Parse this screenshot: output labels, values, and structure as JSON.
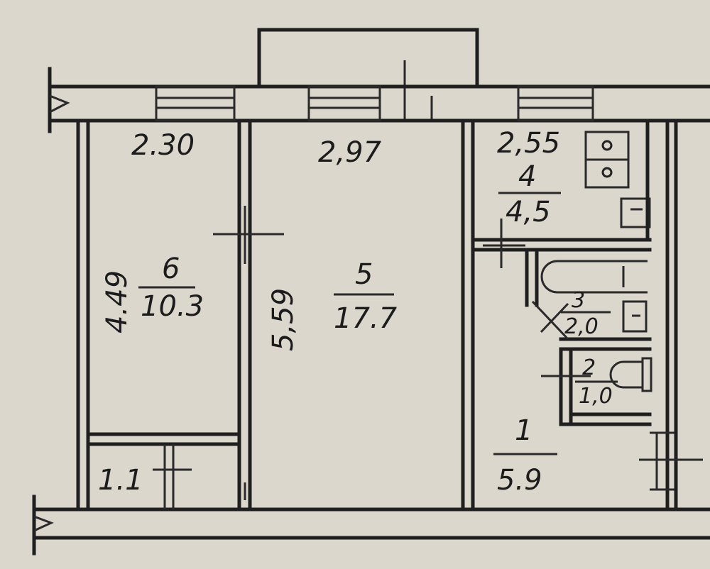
{
  "dimensions": {
    "room6_width": "2.30",
    "room5_width": "2,97",
    "room4_width": "2,55",
    "room6_length": "4.49",
    "room5_length": "5,59"
  },
  "rooms": [
    {
      "number": "6",
      "area": "10.3"
    },
    {
      "number": "5",
      "area": "17.7"
    },
    {
      "number": "4",
      "area": "4,5"
    },
    {
      "number": "3",
      "area": "2,0"
    },
    {
      "number": "2",
      "area": "1,0"
    },
    {
      "number": "1",
      "area": "5.9"
    }
  ],
  "closet": {
    "area": "1.1"
  }
}
